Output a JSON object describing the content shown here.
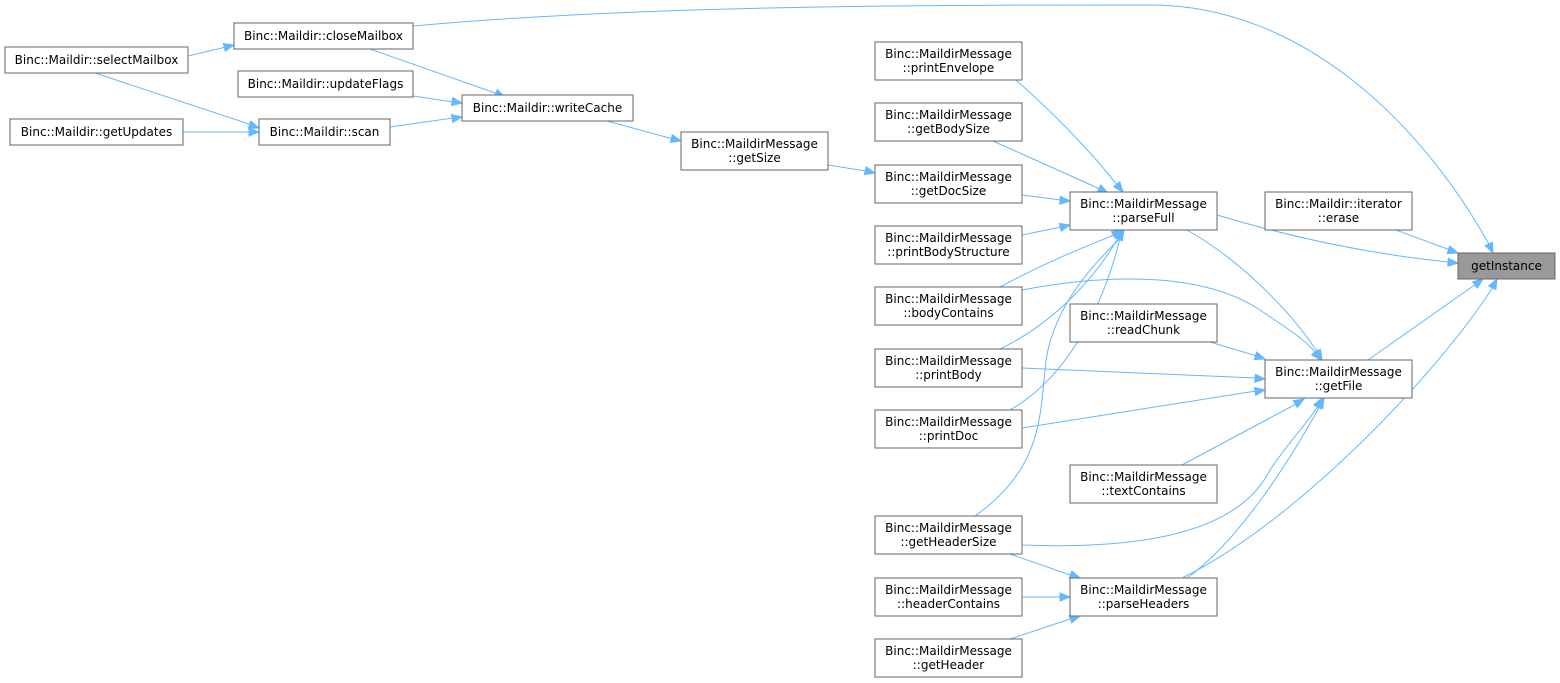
{
  "diagram": {
    "edge_color": "#63b8ff",
    "root_fill": "#999999",
    "nodes": [
      {
        "id": "getInstance",
        "lines": [
          "getInstance"
        ],
        "root": true
      },
      {
        "id": "selectMailbox",
        "lines": [
          "Binc::Maildir::selectMailbox"
        ]
      },
      {
        "id": "getUpdates",
        "lines": [
          "Binc::Maildir::getUpdates"
        ]
      },
      {
        "id": "closeMailbox",
        "lines": [
          "Binc::Maildir::closeMailbox"
        ]
      },
      {
        "id": "updateFlags",
        "lines": [
          "Binc::Maildir::updateFlags"
        ]
      },
      {
        "id": "scan",
        "lines": [
          "Binc::Maildir::scan"
        ]
      },
      {
        "id": "writeCache",
        "lines": [
          "Binc::Maildir::writeCache"
        ]
      },
      {
        "id": "getSize",
        "lines": [
          "Binc::MaildirMessage",
          "::getSize"
        ]
      },
      {
        "id": "printEnvelope",
        "lines": [
          "Binc::MaildirMessage",
          "::printEnvelope"
        ]
      },
      {
        "id": "getBodySize",
        "lines": [
          "Binc::MaildirMessage",
          "::getBodySize"
        ]
      },
      {
        "id": "getDocSize",
        "lines": [
          "Binc::MaildirMessage",
          "::getDocSize"
        ]
      },
      {
        "id": "printBodyStructure",
        "lines": [
          "Binc::MaildirMessage",
          "::printBodyStructure"
        ]
      },
      {
        "id": "bodyContains",
        "lines": [
          "Binc::MaildirMessage",
          "::bodyContains"
        ]
      },
      {
        "id": "printBody",
        "lines": [
          "Binc::MaildirMessage",
          "::printBody"
        ]
      },
      {
        "id": "printDoc",
        "lines": [
          "Binc::MaildirMessage",
          "::printDoc"
        ]
      },
      {
        "id": "getHeaderSize",
        "lines": [
          "Binc::MaildirMessage",
          "::getHeaderSize"
        ]
      },
      {
        "id": "headerContains",
        "lines": [
          "Binc::MaildirMessage",
          "::headerContains"
        ]
      },
      {
        "id": "getHeader",
        "lines": [
          "Binc::MaildirMessage",
          "::getHeader"
        ]
      },
      {
        "id": "parseFull",
        "lines": [
          "Binc::MaildirMessage",
          "::parseFull"
        ]
      },
      {
        "id": "readChunk",
        "lines": [
          "Binc::MaildirMessage",
          "::readChunk"
        ]
      },
      {
        "id": "textContains",
        "lines": [
          "Binc::MaildirMessage",
          "::textContains"
        ]
      },
      {
        "id": "parseHeaders",
        "lines": [
          "Binc::MaildirMessage",
          "::parseHeaders"
        ]
      },
      {
        "id": "iteratorErase",
        "lines": [
          "Binc::Maildir::iterator",
          "::erase"
        ]
      },
      {
        "id": "getFile",
        "lines": [
          "Binc::MaildirMessage",
          "::getFile"
        ]
      }
    ],
    "edges": [
      {
        "from": "closeMailbox",
        "to": "getInstance"
      },
      {
        "from": "selectMailbox",
        "to": "closeMailbox"
      },
      {
        "from": "selectMailbox",
        "to": "scan"
      },
      {
        "from": "getUpdates",
        "to": "scan"
      },
      {
        "from": "closeMailbox",
        "to": "writeCache"
      },
      {
        "from": "updateFlags",
        "to": "writeCache"
      },
      {
        "from": "scan",
        "to": "writeCache"
      },
      {
        "from": "writeCache",
        "to": "getSize"
      },
      {
        "from": "getSize",
        "to": "getDocSize"
      },
      {
        "from": "printEnvelope",
        "to": "parseFull"
      },
      {
        "from": "getBodySize",
        "to": "parseFull"
      },
      {
        "from": "getDocSize",
        "to": "parseFull"
      },
      {
        "from": "printBodyStructure",
        "to": "parseFull"
      },
      {
        "from": "bodyContains",
        "to": "parseFull"
      },
      {
        "from": "printBody",
        "to": "parseFull"
      },
      {
        "from": "printDoc",
        "to": "parseFull"
      },
      {
        "from": "getHeaderSize",
        "to": "parseFull"
      },
      {
        "from": "parseFull",
        "to": "getInstance"
      },
      {
        "from": "parseFull",
        "to": "getFile"
      },
      {
        "from": "iteratorErase",
        "to": "getInstance"
      },
      {
        "from": "getFile",
        "to": "getInstance"
      },
      {
        "from": "parseHeaders",
        "to": "getInstance"
      },
      {
        "from": "bodyContains",
        "to": "getFile"
      },
      {
        "from": "readChunk",
        "to": "getFile"
      },
      {
        "from": "printBody",
        "to": "getFile"
      },
      {
        "from": "printDoc",
        "to": "getFile"
      },
      {
        "from": "textContains",
        "to": "getFile"
      },
      {
        "from": "getHeaderSize",
        "to": "getFile"
      },
      {
        "from": "parseHeaders",
        "to": "getFile"
      },
      {
        "from": "getHeaderSize",
        "to": "parseHeaders"
      },
      {
        "from": "headerContains",
        "to": "parseHeaders"
      },
      {
        "from": "getHeader",
        "to": "parseHeaders"
      }
    ]
  }
}
